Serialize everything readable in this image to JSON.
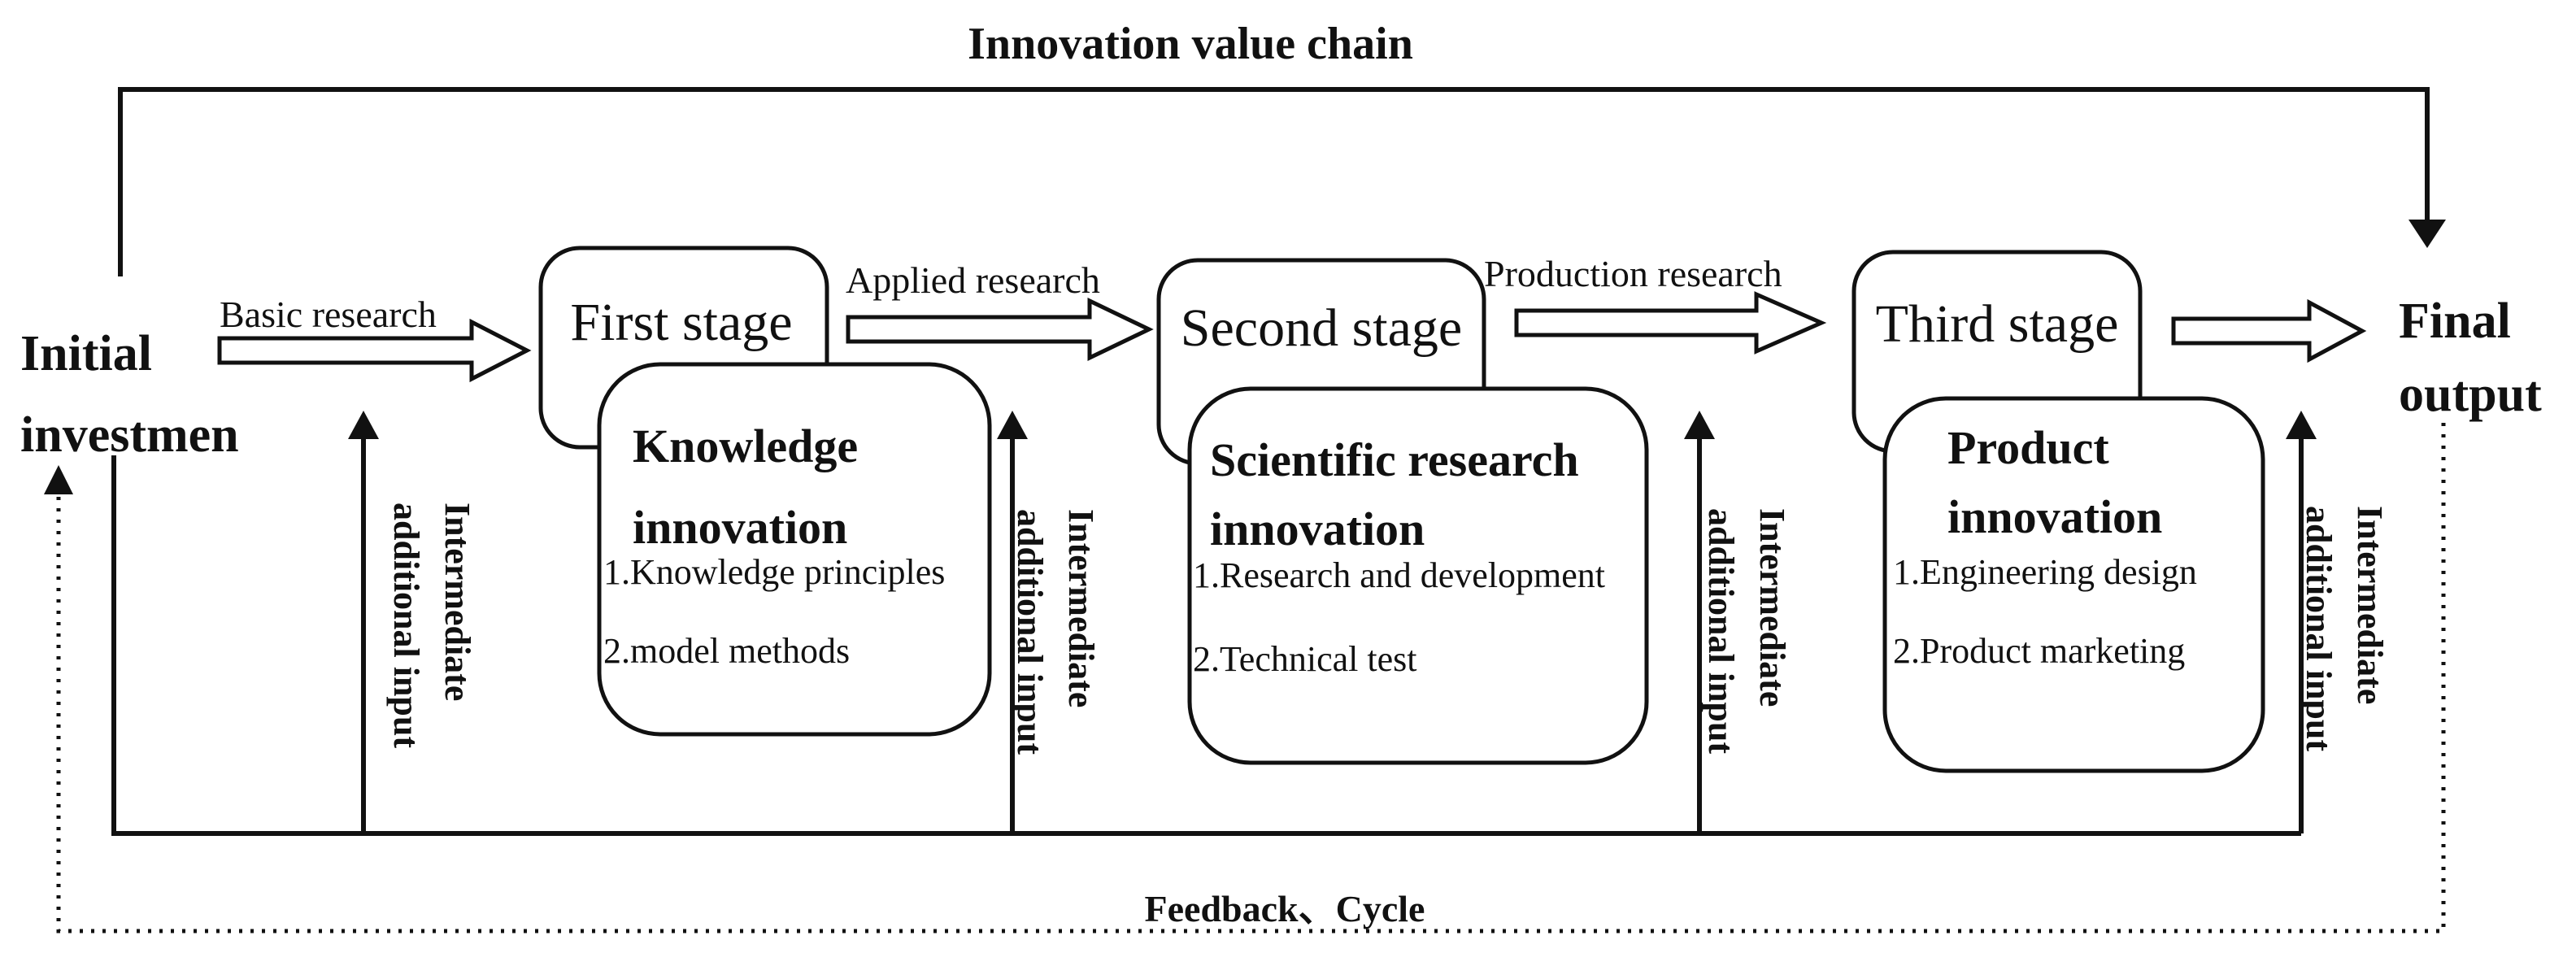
{
  "diagram": {
    "title": "Innovation value chain",
    "start_label": {
      "line1": "Initial",
      "line2": "investmen"
    },
    "end_label": {
      "line1": "Final",
      "line2": "output"
    },
    "flow_labels": {
      "basic": "Basic research",
      "applied": "Applied research",
      "production": "Production research"
    },
    "stages": [
      {
        "stage": "First stage",
        "innovation_line1": "Knowledge",
        "innovation_line2": "innovation",
        "item1": "1.Knowledge principles",
        "item2": "2.model methods"
      },
      {
        "stage": "Second stage",
        "innovation_line1": "Scientific research",
        "innovation_line2": "innovation",
        "item1": "1.Research and development",
        "item2": "2.Technical test"
      },
      {
        "stage": "Third stage",
        "innovation_line1": "Product",
        "innovation_line2": "innovation",
        "item1": "1.Engineering design",
        "item2": "2.Product marketing"
      }
    ],
    "input_label": {
      "line1": "Intermediate",
      "line2": "additional input"
    },
    "feedback": "Feedback、Cycle"
  },
  "colors": {
    "line": "#111111",
    "background": "#ffffff"
  }
}
